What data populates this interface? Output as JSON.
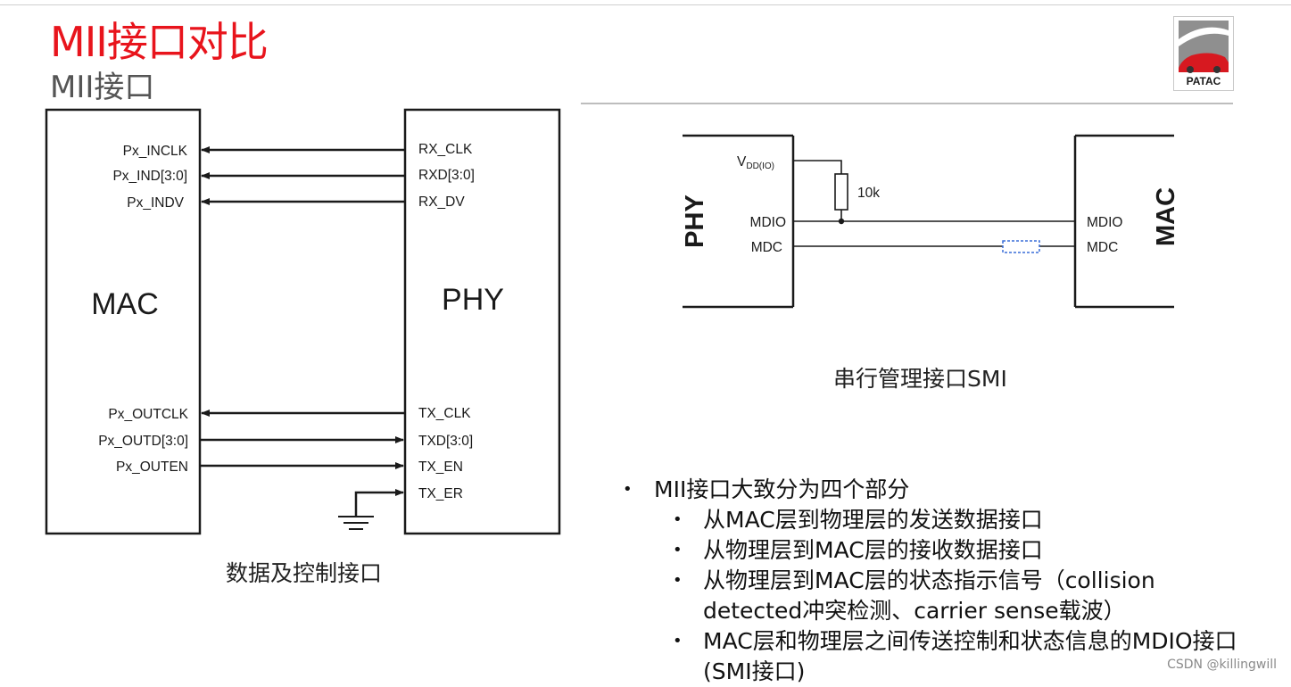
{
  "slide": {
    "title": "MII接口对比",
    "subtitle": "MII接口",
    "logo_text": "PATAC"
  },
  "left_diagram": {
    "mac_label": "MAC",
    "phy_label": "PHY",
    "caption": "数据及控制接口",
    "signals": [
      {
        "mac": "Px_INCLK",
        "phy": "RX_CLK",
        "direction": "to-mac"
      },
      {
        "mac": "Px_IND[3:0]",
        "phy": "RXD[3:0]",
        "direction": "to-mac"
      },
      {
        "mac": "Px_INDV",
        "phy": "RX_DV",
        "direction": "to-mac"
      },
      {
        "mac": "Px_OUTCLK",
        "phy": "TX_CLK",
        "direction": "to-mac"
      },
      {
        "mac": "Px_OUTD[3:0]",
        "phy": "TXD[3:0]",
        "direction": "to-phy"
      },
      {
        "mac": "Px_OUTEN",
        "phy": "TX_EN",
        "direction": "to-phy"
      },
      {
        "mac": "",
        "phy": "TX_ER",
        "direction": "ground"
      }
    ]
  },
  "right_diagram": {
    "phy_label": "PHY",
    "mac_label": "MAC",
    "vdd_main": "V",
    "vdd_sub": "DD(IO)",
    "resistor": "10k",
    "phy_mdio": "MDIO",
    "phy_mdc": "MDC",
    "mac_mdio": "MDIO",
    "mac_mdc": "MDC",
    "caption": "串行管理接口SMI"
  },
  "bullets": {
    "main": "MII接口大致分为四个部分",
    "items": [
      "从MAC层到物理层的发送数据接口",
      "从物理层到MAC层的接收数据接口",
      "从物理层到MAC层的状态指示信号（collision detected冲突检测、carrier sense载波）",
      "MAC层和物理层之间传送控制和状态信息的MDIO接口(SMI接口)"
    ]
  },
  "watermark": "CSDN @killingwill",
  "colors": {
    "title": "#e8141c",
    "subtitle": "#555555",
    "line": "#1a1a1a",
    "dashed_box": "#3a6fd8"
  }
}
